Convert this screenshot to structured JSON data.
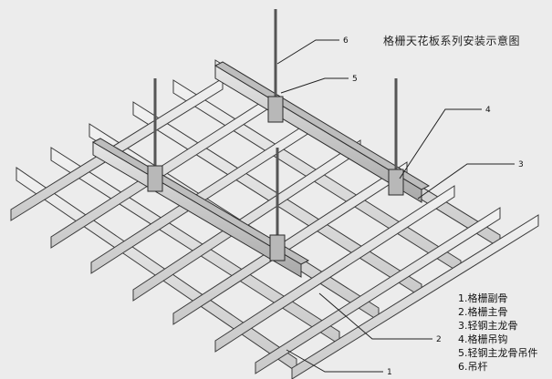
{
  "title": "格栅天花板系列安装示意图",
  "callouts": [
    "1",
    "2",
    "3",
    "4",
    "5",
    "6"
  ],
  "legend": [
    "1.格栅副骨",
    "2.格栅主骨",
    "3.轻钢主龙骨",
    "4.格栅吊钩",
    "5.轻钢主龙骨吊件",
    "6.吊杆"
  ],
  "colors": {
    "background": "#ececec",
    "grid_face": "#dcdcdc",
    "grid_edge": "#3a3a3a",
    "channel": "#c8c8c8",
    "rod": "#555555"
  }
}
